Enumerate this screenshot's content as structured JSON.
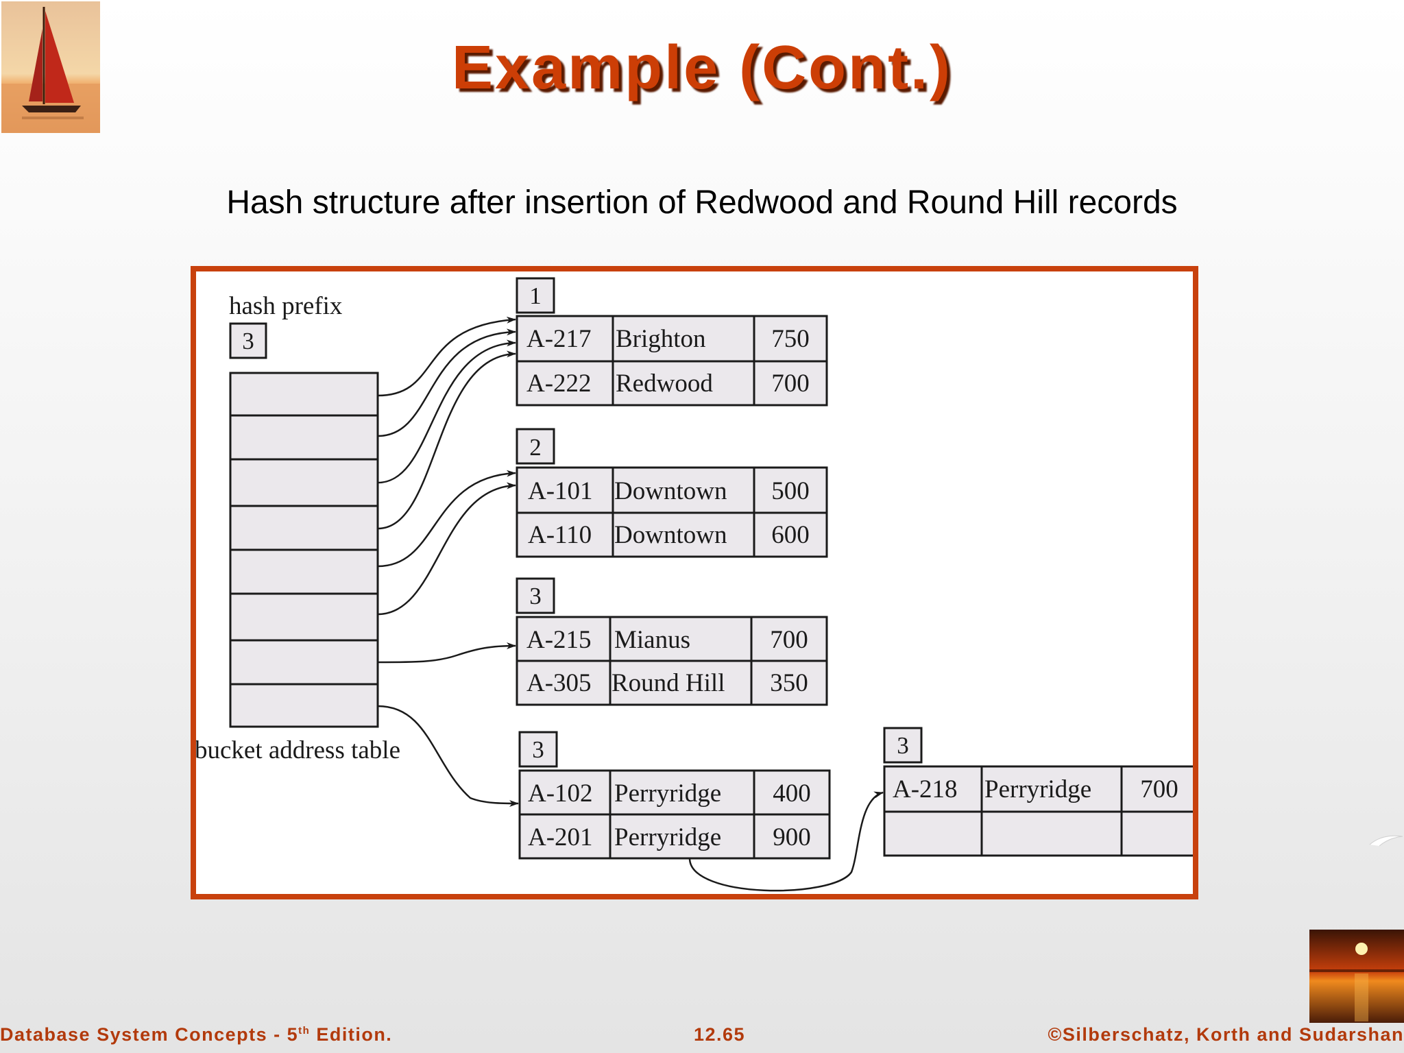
{
  "slide": {
    "title": "Example (Cont.)",
    "subtitle": "Hash structure after insertion of Redwood and Round Hill records"
  },
  "diagram": {
    "hash_prefix_label": "hash prefix",
    "global_depth": "3",
    "bucket_address_table_label": "bucket address table",
    "buckets": [
      {
        "depth": "1",
        "records": [
          {
            "account": "A-217",
            "branch": "Brighton",
            "balance": "750"
          },
          {
            "account": "A-222",
            "branch": "Redwood",
            "balance": "700"
          }
        ]
      },
      {
        "depth": "2",
        "records": [
          {
            "account": "A-101",
            "branch": "Downtown",
            "balance": "500"
          },
          {
            "account": "A-110",
            "branch": "Downtown",
            "balance": "600"
          }
        ]
      },
      {
        "depth": "3",
        "records": [
          {
            "account": "A-215",
            "branch": "Mianus",
            "balance": "700"
          },
          {
            "account": "A-305",
            "branch": "Round Hill",
            "balance": "350"
          }
        ]
      },
      {
        "depth": "3",
        "records": [
          {
            "account": "A-102",
            "branch": "Perryridge",
            "balance": "400"
          },
          {
            "account": "A-201",
            "branch": "Perryridge",
            "balance": "900"
          }
        ]
      },
      {
        "depth": "3",
        "records": [
          {
            "account": "A-218",
            "branch": "Perryridge",
            "balance": "700"
          }
        ]
      }
    ]
  },
  "footer": {
    "book": "Database System Concepts - 5",
    "edition_suffix": "th",
    "edition_word": " Edition.",
    "page": "12.65",
    "copyright": "©Silberschatz, Korth and Sudarshan"
  },
  "colors": {
    "accent": "#cc3e06",
    "frame": "#c8410d",
    "cell_fill": "#ebe8ec"
  }
}
